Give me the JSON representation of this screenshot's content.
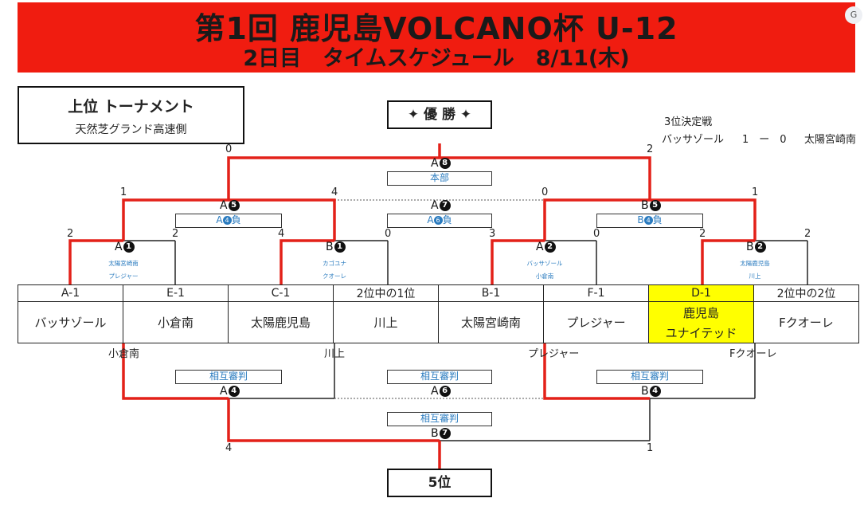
{
  "header": {
    "line1": "第1回 鹿児島VOLCANO杯 U-12",
    "line2": "2日目　タイムスケジュール　8/11(木)",
    "color": "#f01c10"
  },
  "info_box": {
    "title": "上位 トーナメント",
    "subtitle": "天然芝グランド高速側"
  },
  "final_box": {
    "label": "優 勝",
    "decor_icon": "sparkle-icon"
  },
  "third_place": {
    "title": "3位決定戦",
    "home": "バッサゾール",
    "score": "1　ー　0",
    "away": "太陽宮崎南"
  },
  "fifth_box": {
    "label": "5位"
  },
  "teams": [
    {
      "seed": "A-1",
      "name": "バッサゾール",
      "highlight": false
    },
    {
      "seed": "E-1",
      "name": "小倉南",
      "highlight": false
    },
    {
      "seed": "C-1",
      "name": "太陽鹿児島",
      "highlight": false
    },
    {
      "seed": "2位中の1位",
      "name": "川上",
      "highlight": false
    },
    {
      "seed": "B-1",
      "name": "太陽宮崎南",
      "highlight": false
    },
    {
      "seed": "F-1",
      "name": "プレジャー",
      "highlight": false
    },
    {
      "seed": "D-1",
      "name": "鹿児島ユナイテッド",
      "name_line1": "鹿児島",
      "name_line2": "ユナイテッド",
      "highlight": true,
      "highlight_color": "#ffff00"
    },
    {
      "seed": "2位中の2位",
      "name": "Fクオーレ",
      "highlight": false
    }
  ],
  "round1": [
    {
      "court": "A",
      "no": "1",
      "score_left": "2",
      "score_right": "2",
      "ref_line1": "太陽宮崎南",
      "ref_line2": "プレジャー"
    },
    {
      "court": "B",
      "no": "1",
      "score_left": "4",
      "score_right": "0",
      "ref_line1": "カゴユナ",
      "ref_line2": "クオーレ"
    },
    {
      "court": "A",
      "no": "2",
      "score_left": "3",
      "score_right": "0",
      "ref_line1": "バッサゾール",
      "ref_line2": "小倉南"
    },
    {
      "court": "B",
      "no": "2",
      "score_left": "2",
      "score_right": "2",
      "ref_line1": "太陽鹿児島",
      "ref_line2": "川上"
    }
  ],
  "semis": [
    {
      "court": "A",
      "no": "5",
      "score_left": "1",
      "score_right": "4",
      "ref_court": "A",
      "ref_no": "4",
      "ref_suffix": "負"
    },
    {
      "court": "A",
      "no": "7",
      "ref_court": "A",
      "ref_no": "6",
      "ref_suffix": "負"
    },
    {
      "court": "B",
      "no": "5",
      "score_left": "0",
      "score_right": "1",
      "ref_court": "B",
      "ref_no": "4",
      "ref_suffix": "負"
    }
  ],
  "final": {
    "court": "A",
    "no": "8",
    "score_left": "0",
    "score_right": "2",
    "ref": "本部"
  },
  "losers": {
    "labels": [
      "小倉南",
      "川上",
      "プレジャー",
      "Fクオーレ"
    ],
    "matches": [
      {
        "court": "A",
        "no": "4",
        "ref": "相互審判"
      },
      {
        "court": "A",
        "no": "6",
        "ref": "相互審判"
      },
      {
        "court": "B",
        "no": "4",
        "ref": "相互審判"
      }
    ],
    "final": {
      "court": "B",
      "no": "7",
      "ref": "相互審判",
      "score_left": "4",
      "score_right": "1"
    }
  },
  "colors": {
    "winner_line": "#e32119",
    "line": "#222222"
  }
}
